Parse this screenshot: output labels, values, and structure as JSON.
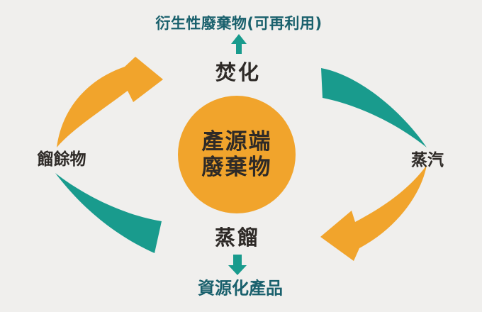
{
  "colors": {
    "background": "#f0efed",
    "orange": "#f1a42c",
    "teal": "#199b8d",
    "teal_text": "#19606c",
    "dark_text": "#2e2a27"
  },
  "diagram": {
    "top_label": "衍生性廢棄物(可再利用)",
    "incineration": "焚化",
    "center_line1": "產源端",
    "center_line2": "廢棄物",
    "left_label": "餾餘物",
    "right_label": "蒸汽",
    "distillation": "蒸餾",
    "bottom_label": "資源化產品",
    "cycle_flow": [
      {
        "from": "餾餘物",
        "to": "焚化",
        "arrow_color": "orange"
      },
      {
        "from": "焚化",
        "to": "蒸汽",
        "arrow_color": "teal"
      },
      {
        "from": "蒸汽",
        "to": "蒸餾",
        "arrow_color": "orange"
      },
      {
        "from": "蒸餾",
        "to": "餾餘物",
        "arrow_color": "teal"
      }
    ],
    "outputs": [
      {
        "process": "焚化",
        "output": "衍生性廢棄物(可再利用)",
        "direction": "up"
      },
      {
        "process": "蒸餾",
        "output": "資源化產品",
        "direction": "down"
      }
    ]
  }
}
